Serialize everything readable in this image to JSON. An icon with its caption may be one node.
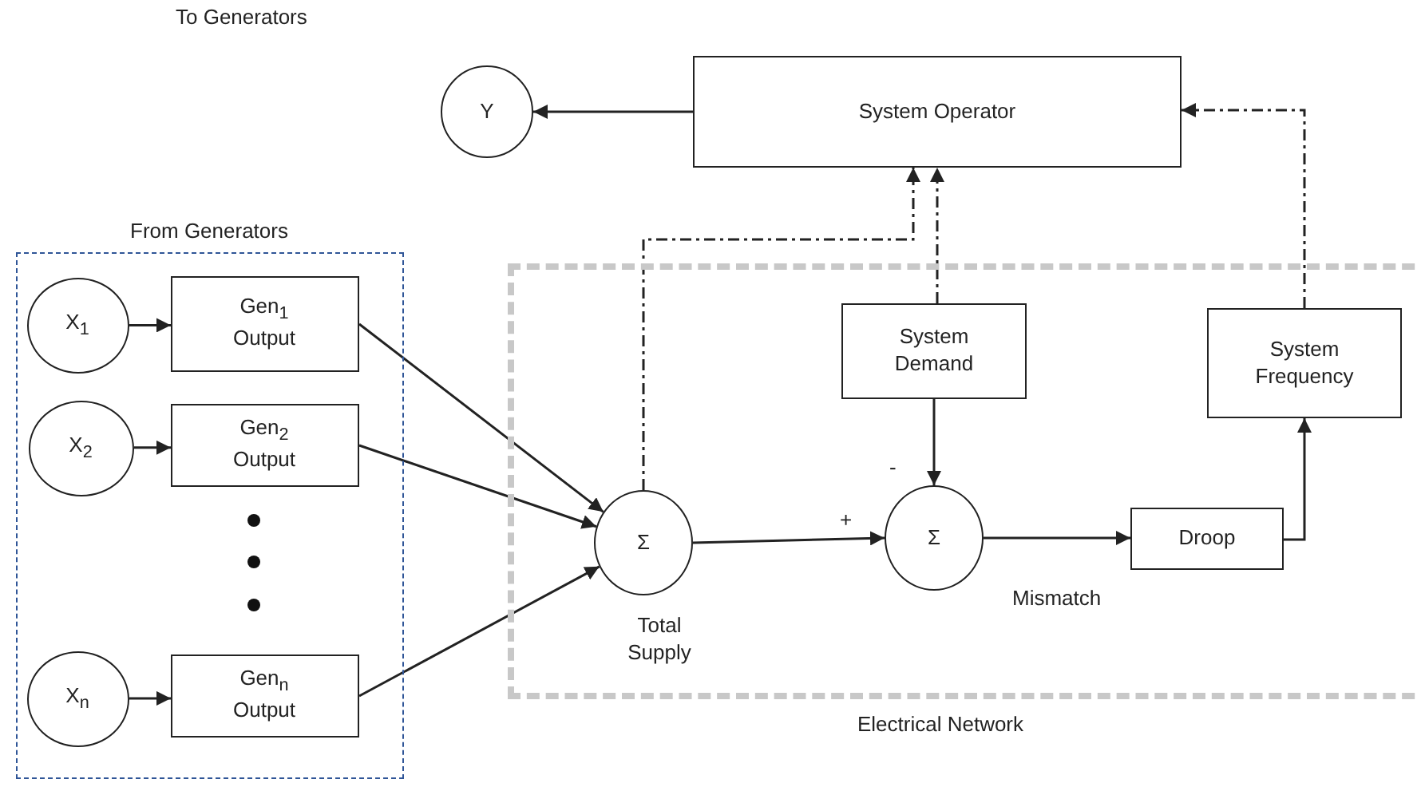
{
  "diagram": {
    "nodes": [
      {
        "text": [
          "Y"
        ]
      },
      {
        "text": [
          "System Operator"
        ]
      },
      {
        "text": [
          "From Generators"
        ]
      },
      {
        "text": [
          "X$_{1}$"
        ],
        "in": 2
      },
      {
        "text": [
          "Gen$_{1}$ Output"
        ],
        "in": 2
      },
      {
        "text": [
          "X$_{2}$"
        ],
        "in": 2
      },
      {
        "text": [
          "Gen$_{2}$ Output"
        ],
        "in": 2
      },
      {
        "text": [
          "X$_{n}$"
        ],
        "in": 2
      },
      {
        "text": [
          "Gen$_{n}$ Output"
        ],
        "in": 2
      },
      {
        "text": [
          "Electrical Network"
        ]
      },
      {
        "text": [
          "Σ"
        ],
        "in": 9,
        "beside": [
          "Total Supply"
        ]
      },
      {
        "text": [
          "System Demand"
        ],
        "in": 9
      },
      {
        "text": [
          "Σ"
        ],
        "in": 9
      },
      {
        "text": [
          "Droop"
        ],
        "in": 9
      },
      {
        "text": [
          "System Frequency"
        ],
        "in": 9
      }
    ],
    "edges": [
      {
        "from": 1,
        "to": 0,
        "arrow": "to"
      },
      {
        "from": 3,
        "to": 4,
        "arrow": "to"
      },
      {
        "from": 5,
        "to": 6,
        "arrow": "to"
      },
      {
        "from": 7,
        "to": 8,
        "arrow": "to"
      },
      {
        "from": 4,
        "to": 10,
        "arrow": "to"
      },
      {
        "from": 6,
        "to": 10,
        "arrow": "to"
      },
      {
        "from": 8,
        "to": 10,
        "arrow": "to"
      },
      {
        "from": 10,
        "to": 12,
        "arrow": "to",
        "label": "+"
      },
      {
        "from": 11,
        "to": 12,
        "arrow": "to",
        "label": "-"
      },
      {
        "from": 12,
        "to": 13,
        "arrow": "to",
        "label": "Mismatch"
      },
      {
        "from": 13,
        "to": 14,
        "arrow": "to"
      },
      {
        "from": 10,
        "to": 1,
        "arrow": "to",
        "style": "dashed"
      },
      {
        "from": 11,
        "to": 1,
        "arrow": "to",
        "style": "dashed"
      },
      {
        "from": 14,
        "to": 1,
        "arrow": "to",
        "style": "dashed"
      }
    ],
    "labels": [
      "To Generators"
    ]
  }
}
